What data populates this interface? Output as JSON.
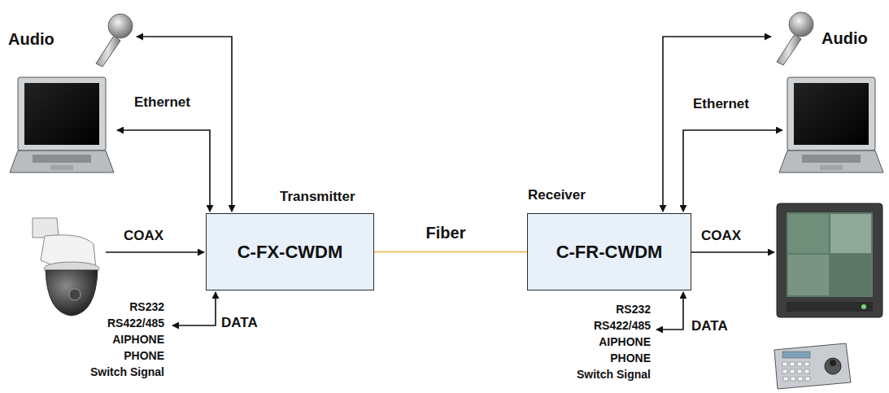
{
  "diagram": {
    "nodes": [
      {
        "text": [
          "Transmitter",
          "C-FX-CWDM"
        ]
      },
      {
        "text": [
          "Receiver",
          "C-FR-CWDM"
        ]
      }
    ],
    "edges": [
      {
        "from": 0,
        "to": 1,
        "label": "Fiber",
        "arrow": "none"
      }
    ],
    "labels": [
      "Audio",
      "Ethernet",
      "COAX",
      "DATA",
      "RS232",
      "RS422/485",
      "AIPHONE",
      "PHONE",
      "Switch Signal",
      "Audio",
      "Ethernet",
      "COAX",
      "DATA",
      "RS232",
      "RS422/485",
      "AIPHONE",
      "PHONE",
      "Switch Signal"
    ]
  }
}
